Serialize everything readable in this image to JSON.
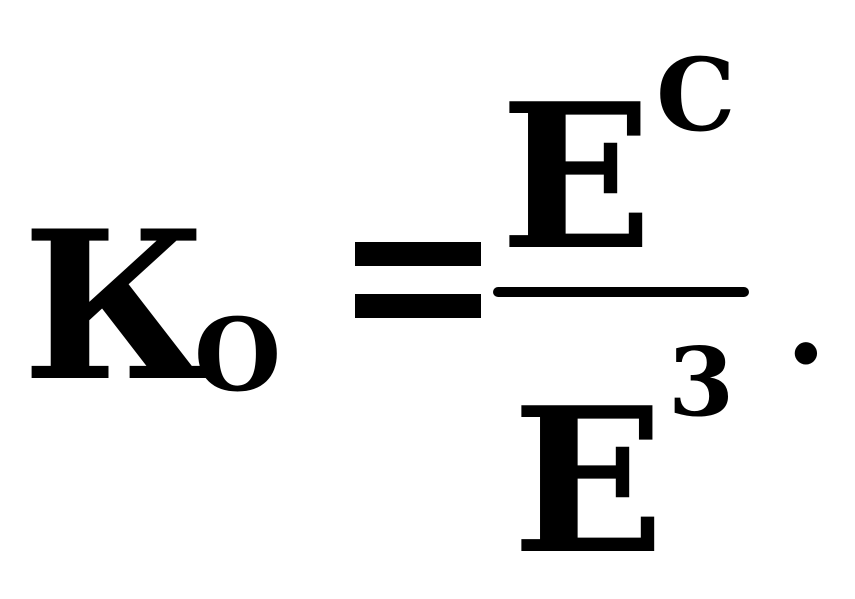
{
  "formula": {
    "lhs": {
      "main": "К",
      "sub": "О"
    },
    "equals": "=",
    "numerator": {
      "main": "Е",
      "sup": "С"
    },
    "denominator": {
      "main": "Е",
      "sup": "3"
    },
    "terminator": "."
  }
}
